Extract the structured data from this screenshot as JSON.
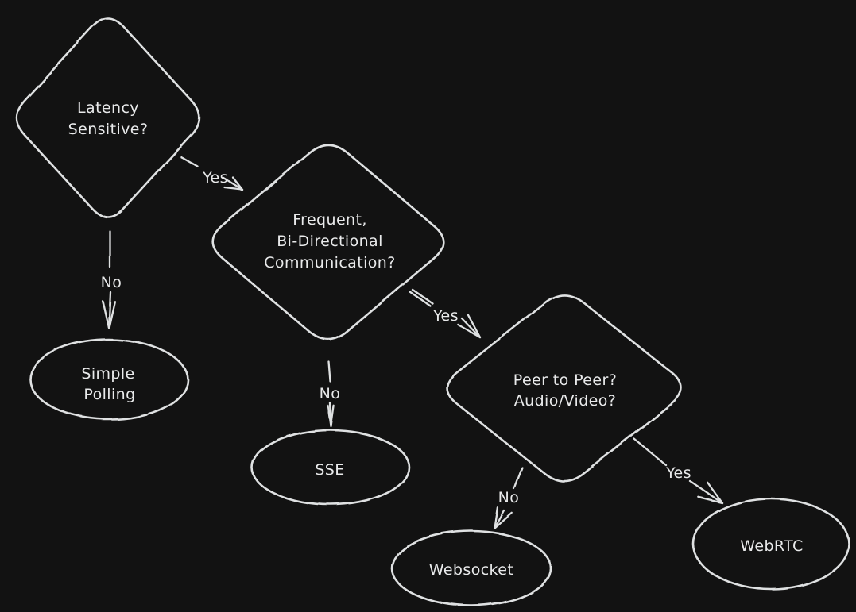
{
  "diagram": {
    "type": "flowchart",
    "theme": {
      "background": "#121212",
      "ink": "#dfe1e2",
      "text": "#e9eaeb"
    },
    "nodes": [
      {
        "id": "latency",
        "shape": "diamond",
        "role": "decision",
        "lines": [
          "Latency",
          "Sensitive?"
        ]
      },
      {
        "id": "frequent-bidirectional",
        "shape": "diamond",
        "role": "decision",
        "lines": [
          "Frequent,",
          "Bi-Directional",
          "Communication?"
        ]
      },
      {
        "id": "peer-to-peer",
        "shape": "diamond",
        "role": "decision",
        "lines": [
          "Peer to Peer?",
          "Audio/Video?"
        ]
      },
      {
        "id": "simple-polling",
        "shape": "ellipse",
        "role": "result",
        "lines": [
          "Simple",
          "Polling"
        ]
      },
      {
        "id": "sse",
        "shape": "ellipse",
        "role": "result",
        "lines": [
          "SSE"
        ]
      },
      {
        "id": "websocket",
        "shape": "ellipse",
        "role": "result",
        "lines": [
          "Websocket"
        ]
      },
      {
        "id": "webrtc",
        "shape": "ellipse",
        "role": "result",
        "lines": [
          "WebRTC"
        ]
      }
    ],
    "edges": [
      {
        "from": "latency",
        "to": "frequent-bidirectional",
        "label": "Yes"
      },
      {
        "from": "latency",
        "to": "simple-polling",
        "label": "No"
      },
      {
        "from": "frequent-bidirectional",
        "to": "peer-to-peer",
        "label": "Yes"
      },
      {
        "from": "frequent-bidirectional",
        "to": "sse",
        "label": "No"
      },
      {
        "from": "peer-to-peer",
        "to": "websocket",
        "label": "No"
      },
      {
        "from": "peer-to-peer",
        "to": "webrtc",
        "label": "Yes"
      }
    ]
  }
}
